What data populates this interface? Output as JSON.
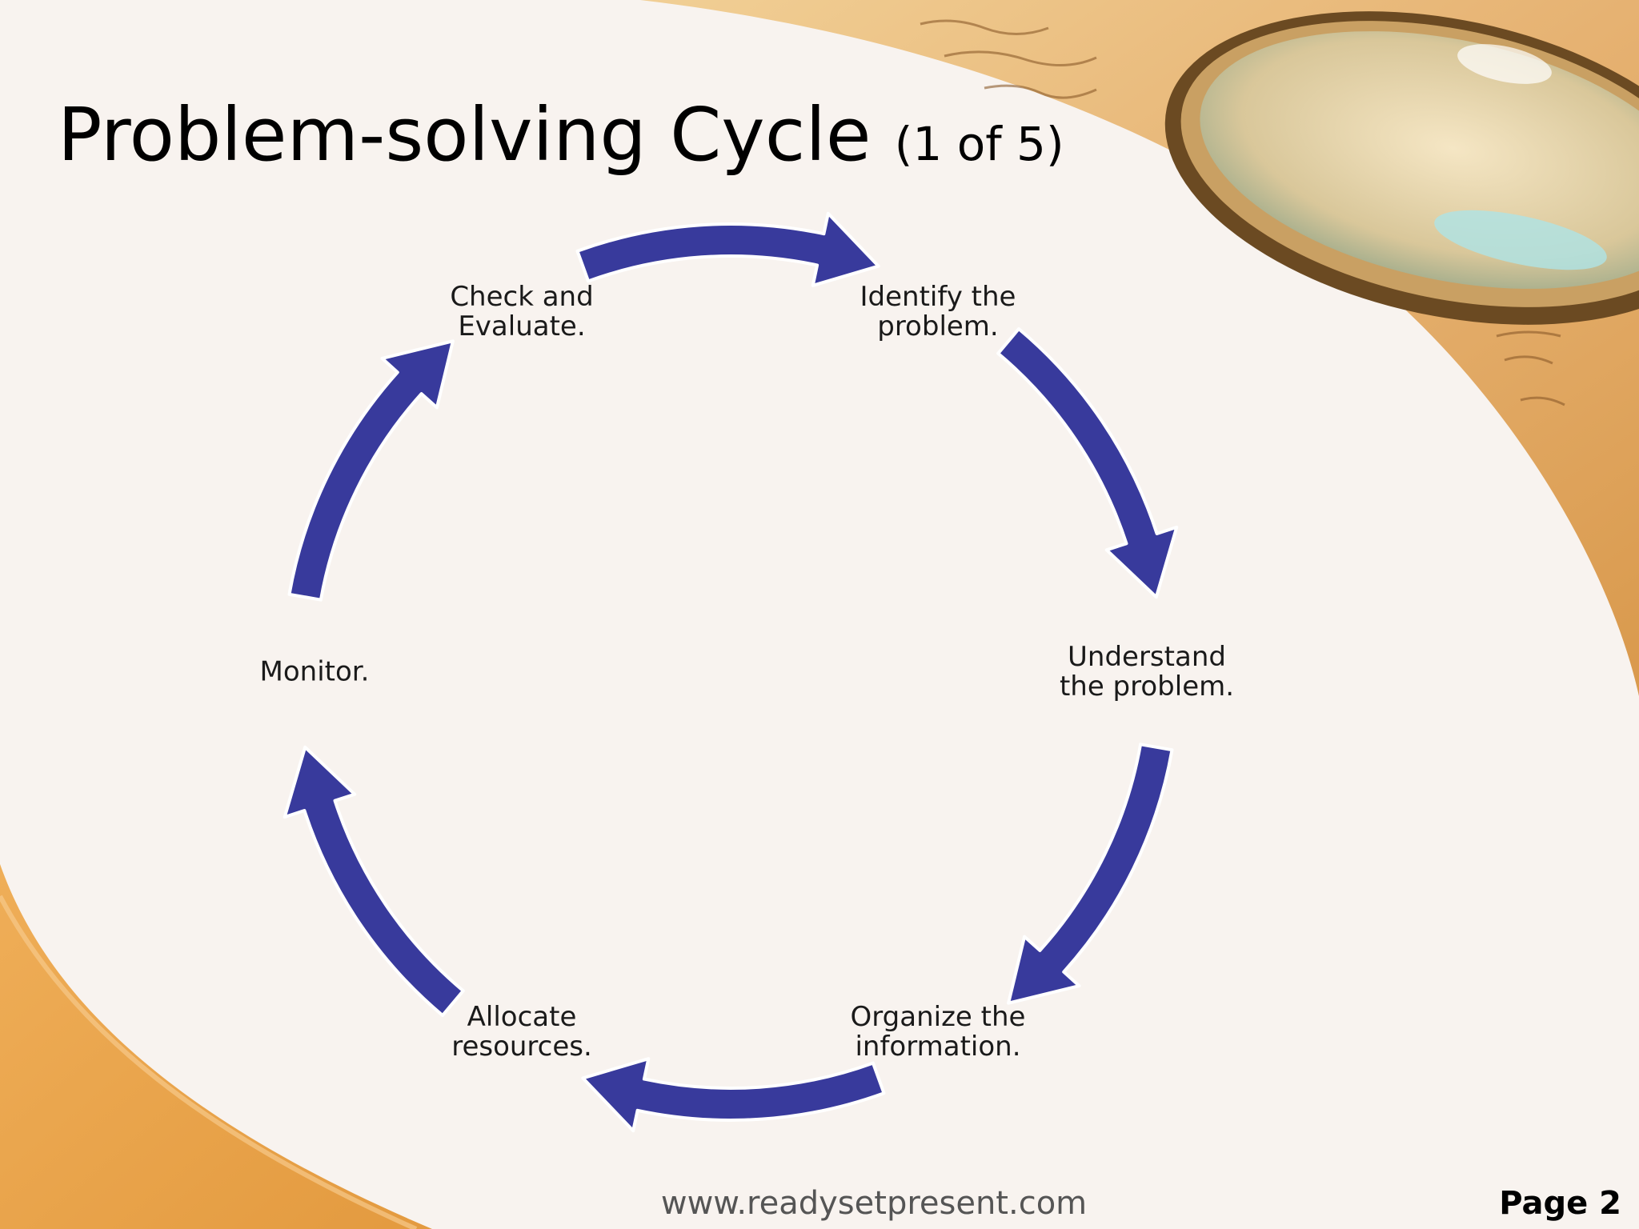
{
  "slide": {
    "title": "Problem-solving Cycle",
    "title_suffix": "(1 of 5)"
  },
  "cycle": {
    "arrow_color": "#383a9c",
    "steps": [
      {
        "line1": "Identify the",
        "line2": "problem."
      },
      {
        "line1": "Understand",
        "line2": "the problem."
      },
      {
        "line1": "Organize the",
        "line2": "information."
      },
      {
        "line1": "Allocate",
        "line2": "resources."
      },
      {
        "line1": "Monitor.",
        "line2": ""
      },
      {
        "line1": "Check and",
        "line2": "Evaluate."
      }
    ]
  },
  "footer": {
    "url": "www.readysetpresent.com",
    "page": "Page 2"
  },
  "colors": {
    "background": "#f8f3ef",
    "accent_orange": "#eaa24b",
    "parchment": "#e8b877"
  }
}
